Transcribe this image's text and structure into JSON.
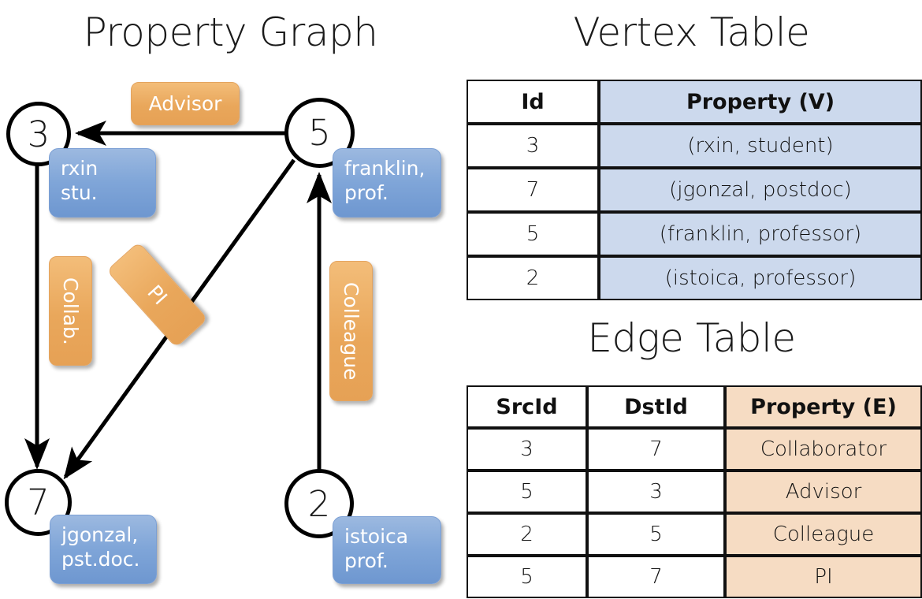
{
  "titles": {
    "property_graph": "Property Graph",
    "vertex_table": "Vertex Table",
    "edge_table": "Edge Table"
  },
  "graph": {
    "nodes": [
      {
        "id": "3",
        "label": "3",
        "property_line1": "rxin",
        "property_line2": "stu."
      },
      {
        "id": "5",
        "label": "5",
        "property_line1": "franklin,",
        "property_line2": "prof."
      },
      {
        "id": "7",
        "label": "7",
        "property_line1": "jgonzal,",
        "property_line2": "pst.doc."
      },
      {
        "id": "2",
        "label": "2",
        "property_line1": "istoica",
        "property_line2": "prof."
      }
    ],
    "edge_labels": [
      {
        "name": "advisor",
        "text": "Advisor"
      },
      {
        "name": "collab",
        "text": "Collab."
      },
      {
        "name": "pi",
        "text": "PI"
      },
      {
        "name": "colleague",
        "text": "Colleague"
      }
    ],
    "colors": {
      "node_stroke": "#000000",
      "vertex_property_fill": "#7fa5d8",
      "edge_label_fill": "#e9a75b"
    }
  },
  "vertex_table": {
    "headers": [
      "Id",
      "Property (V)"
    ],
    "rows": [
      {
        "id": "3",
        "property": "(rxin, student)"
      },
      {
        "id": "7",
        "property": "(jgonzal, postdoc)"
      },
      {
        "id": "5",
        "property": "(franklin, professor)"
      },
      {
        "id": "2",
        "property": "(istoica, professor)"
      }
    ],
    "property_column_color": "#ccd9ed"
  },
  "edge_table": {
    "headers": [
      "SrcId",
      "DstId",
      "Property (E)"
    ],
    "rows": [
      {
        "src": "3",
        "dst": "7",
        "property": "Collaborator"
      },
      {
        "src": "5",
        "dst": "3",
        "property": "Advisor"
      },
      {
        "src": "2",
        "dst": "5",
        "property": "Colleague"
      },
      {
        "src": "5",
        "dst": "7",
        "property": "PI"
      }
    ],
    "property_column_color": "#f6dcc3"
  }
}
